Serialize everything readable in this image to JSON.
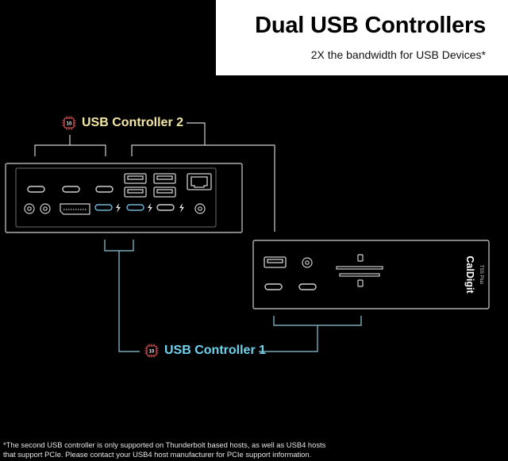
{
  "header": {
    "title": "Dual USB Controllers",
    "subtitle": "2X the bandwidth for USB Devices*"
  },
  "controllers": {
    "controller_2": {
      "label": "USB Controller 2",
      "chip_text": "10",
      "color": "#f3e7a4",
      "chip_color": "#e85a5a"
    },
    "controller_1": {
      "label": "USB Controller 1",
      "chip_text": "10",
      "color": "#6fd3ee",
      "chip_color": "#e85a5a"
    }
  },
  "device": {
    "brand": "CalDigit",
    "model": "TS5 Plus"
  },
  "footnote": {
    "line1": "*The second USB controller is only supported on Thunderbolt based hosts, as well as USB4 hosts",
    "line2": "that support PCIe. Please contact your USB4 host manufacturer for PCIe support information."
  },
  "colors": {
    "background": "#000000",
    "panel_stroke": "#cfcfcf",
    "bracket_controller_2": "#cfcfcf",
    "bracket_controller_1": "#8fc7d8",
    "thunderbolt_port": "#6fb6d6"
  }
}
